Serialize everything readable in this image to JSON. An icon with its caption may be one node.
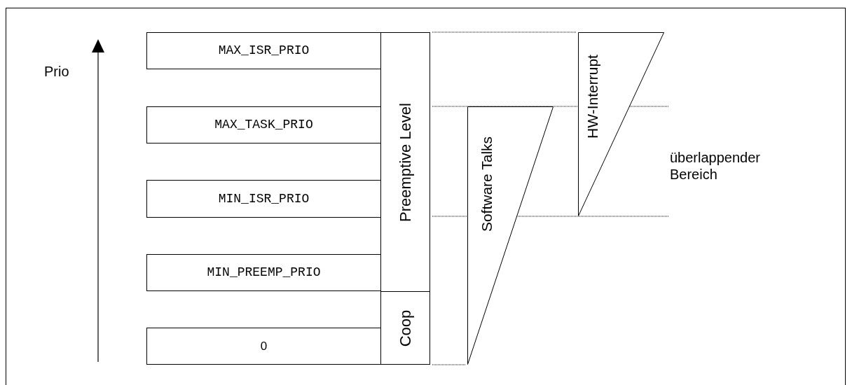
{
  "diagram": {
    "nodes": [
      {
        "text": [
          "MAX_ISR_PRIO"
        ]
      },
      {
        "text": [
          "MAX_TASK_PRIO"
        ]
      },
      {
        "text": [
          "MIN_ISR_PRIO"
        ]
      },
      {
        "text": [
          "MIN_PREEMP_PRIO"
        ]
      },
      {
        "text": [
          "0"
        ]
      },
      {
        "text": [
          "Preemptive Level"
        ]
      },
      {
        "text": [
          "Coop"
        ]
      },
      {
        "text": [
          "Software Talks"
        ]
      },
      {
        "text": [
          "HW-Interrupt"
        ]
      }
    ],
    "labels": [
      "Prio",
      "überlappender Bereich"
    ]
  }
}
